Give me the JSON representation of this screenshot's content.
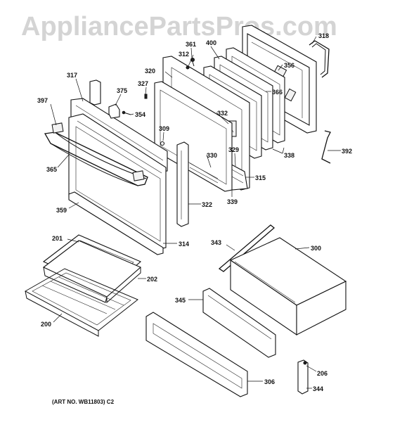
{
  "watermark": "AppliancePartsPros.com",
  "art_number": "(ART NO. WB11803) C2",
  "colors": {
    "line": "#111111",
    "watermark": "#d4d4d4",
    "background": "#ffffff"
  },
  "callouts": {
    "p318": "318",
    "p356": "356",
    "p361": "361",
    "p312": "312",
    "p400": "400",
    "p317": "317",
    "p320": "320",
    "p375": "375",
    "p327": "327",
    "p366": "366",
    "p397": "397",
    "p354": "354",
    "p332": "332",
    "p309": "309",
    "p338": "338",
    "p392": "392",
    "p329": "329",
    "p330": "330",
    "p365": "365",
    "p315": "315",
    "p339": "339",
    "p322": "322",
    "p359": "359",
    "p314": "314",
    "p343": "343",
    "p300": "300",
    "p201": "201",
    "p202": "202",
    "p345": "345",
    "p200": "200",
    "p306": "306",
    "p206": "206",
    "p344": "344"
  }
}
